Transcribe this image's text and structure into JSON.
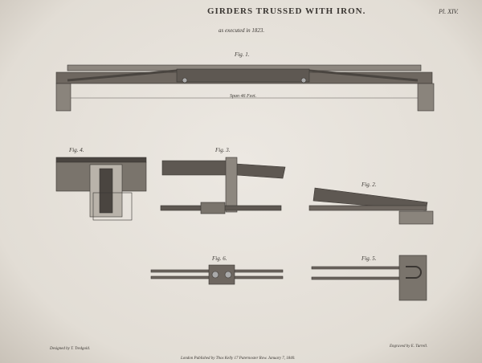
{
  "title": "GIRDERS TRUSSED WITH IRON.",
  "plate_number": "Pl. XIV.",
  "subtitle": "as executed in 1823.",
  "figures": {
    "fig1": "Fig. 1.",
    "fig2": "Fig. 2.",
    "fig3": "Fig. 3.",
    "fig4": "Fig. 4.",
    "fig5": "Fig. 5.",
    "fig6": "Fig. 6."
  },
  "span_label": "Span 46 Feet.",
  "footer": {
    "designer": "Designed by T. Tredgold.",
    "engraver": "Engraved by E. Turrell.",
    "publisher": "London Published by Thos Kelly 17 Paternoster Row. January 7, 1840."
  },
  "colors": {
    "paper": "#e6e1da",
    "ink": "#3a3632",
    "timber": "#6e6760"
  }
}
